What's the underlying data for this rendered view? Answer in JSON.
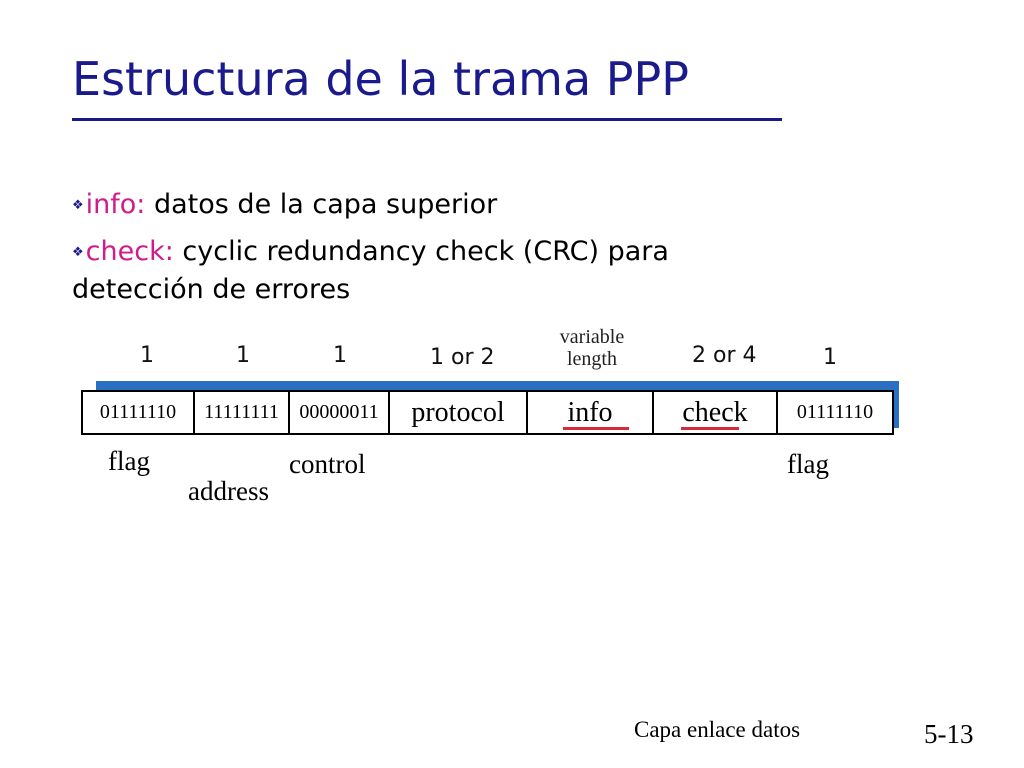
{
  "slide": {
    "title": "Estructura de la trama PPP",
    "bullets": [
      {
        "term": "info:",
        "text": " datos de la capa superior"
      },
      {
        "term": "check:",
        "text": "  cyclic redundancy check (CRC) para",
        "continuation": "detección de errores"
      }
    ]
  },
  "frame": {
    "sizes": [
      "1",
      "1",
      "1",
      "1 or 2",
      "2 or 4",
      "1"
    ],
    "variable_length": [
      "variable",
      "length"
    ],
    "fields": [
      "01111110",
      "11111111",
      "00000011",
      "protocol",
      "info",
      "check",
      "01111110"
    ],
    "labels": {
      "flag_start": "flag",
      "address": "address",
      "control": "control",
      "flag_end": "flag"
    }
  },
  "footer": {
    "chapter": "Capa enlace datos",
    "page": "5-13"
  },
  "colors": {
    "title": "#1a1a8c",
    "term": "#d01c8b",
    "shadow": "#2a6fc2",
    "underline_red": "#d42a3a"
  }
}
